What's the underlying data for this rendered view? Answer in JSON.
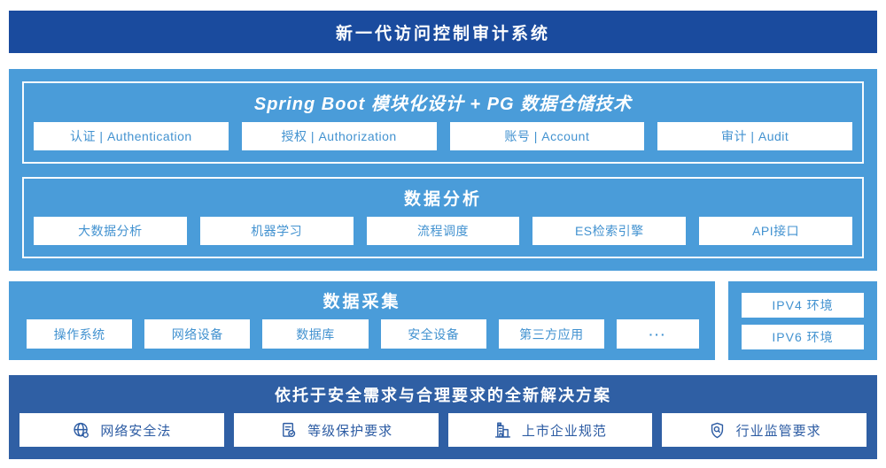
{
  "colors": {
    "header_bg": "#1a4b9e",
    "panel_bg": "#4a9cd9",
    "solution_bg": "#2f5fa4",
    "module_text": "#4292d0",
    "solution_text": "#2d5ca3"
  },
  "header": {
    "title": "新一代访问控制审计系统"
  },
  "platform": {
    "spring": {
      "title": "Spring Boot 模块化设计 + PG 数据仓储技术",
      "modules": [
        "认证 | Authentication",
        "授权 | Authorization",
        "账号 | Account",
        "审计 | Audit"
      ]
    },
    "analysis": {
      "title": "数据分析",
      "modules": [
        "大数据分析",
        "机器学习",
        "流程调度",
        "ES检索引擎",
        "API接口"
      ]
    }
  },
  "collection": {
    "title": "数据采集",
    "modules": [
      "操作系统",
      "网络设备",
      "数据库",
      "安全设备",
      "第三方应用",
      "···"
    ]
  },
  "environments": {
    "items": [
      "IPV4 环境",
      "IPV6 环境"
    ]
  },
  "solution": {
    "title": "依托于安全需求与合理要求的全新解决方案",
    "items": [
      {
        "icon": "globe-icon",
        "label": "网络安全法"
      },
      {
        "icon": "document-check-icon",
        "label": "等级保护要求"
      },
      {
        "icon": "building-icon",
        "label": "上市企业规范"
      },
      {
        "icon": "shield-search-icon",
        "label": "行业监管要求"
      }
    ]
  }
}
